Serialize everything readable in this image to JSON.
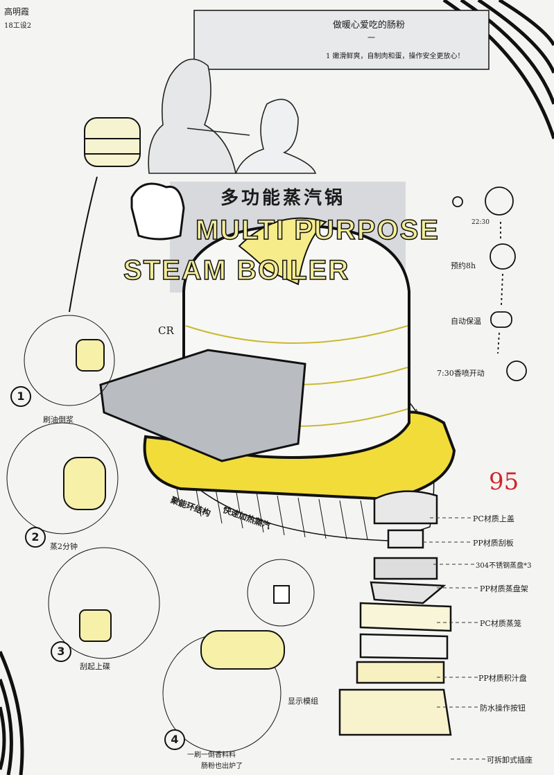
{
  "author": {
    "name": "高明霞",
    "class": "18工设2"
  },
  "scene_panel": {
    "heading": "做暖心爱吃的肠粉",
    "dash": "一",
    "slogan": "1 嫩滑鲜爽，自制肉和蛋，操作安全更放心！"
  },
  "title": {
    "cn": "多功能蒸汽锅",
    "en_line1": "MULTI PURPOSE",
    "en_line2": "STEAM BOILER"
  },
  "logo": "CR",
  "timeline": [
    {
      "label": "22:30"
    },
    {
      "label": "预约8h"
    },
    {
      "label": "自动保温"
    },
    {
      "label": "7:30香喷开动"
    }
  ],
  "steps": [
    {
      "num": "1",
      "label": "刷油倒浆"
    },
    {
      "num": "2",
      "label": "蒸2分钟"
    },
    {
      "num": "3",
      "label": "刮起上碟"
    },
    {
      "num": "4",
      "label": "一刷一倒香料料",
      "label2": "肠粉也出炉了"
    }
  ],
  "features": {
    "ring": "聚能环结构",
    "steam": "快速加热蒸汽"
  },
  "score": "95",
  "parts": [
    "PC材质上盖",
    "PP材质刮板",
    "304不锈钢蒸盘*3",
    "PP材质蒸盘架",
    "PC材质蒸笼",
    "PP材质积汁盘",
    "防水操作按钮",
    "可拆卸式插座"
  ],
  "display_label": "显示模组",
  "colors": {
    "paper": "#f4f4f2",
    "yellow": "#f2dc3a",
    "light_yellow": "#f6f0a8",
    "grey_marker": "#c9ccd0",
    "ink": "#111111",
    "score_red": "#d2232a"
  }
}
